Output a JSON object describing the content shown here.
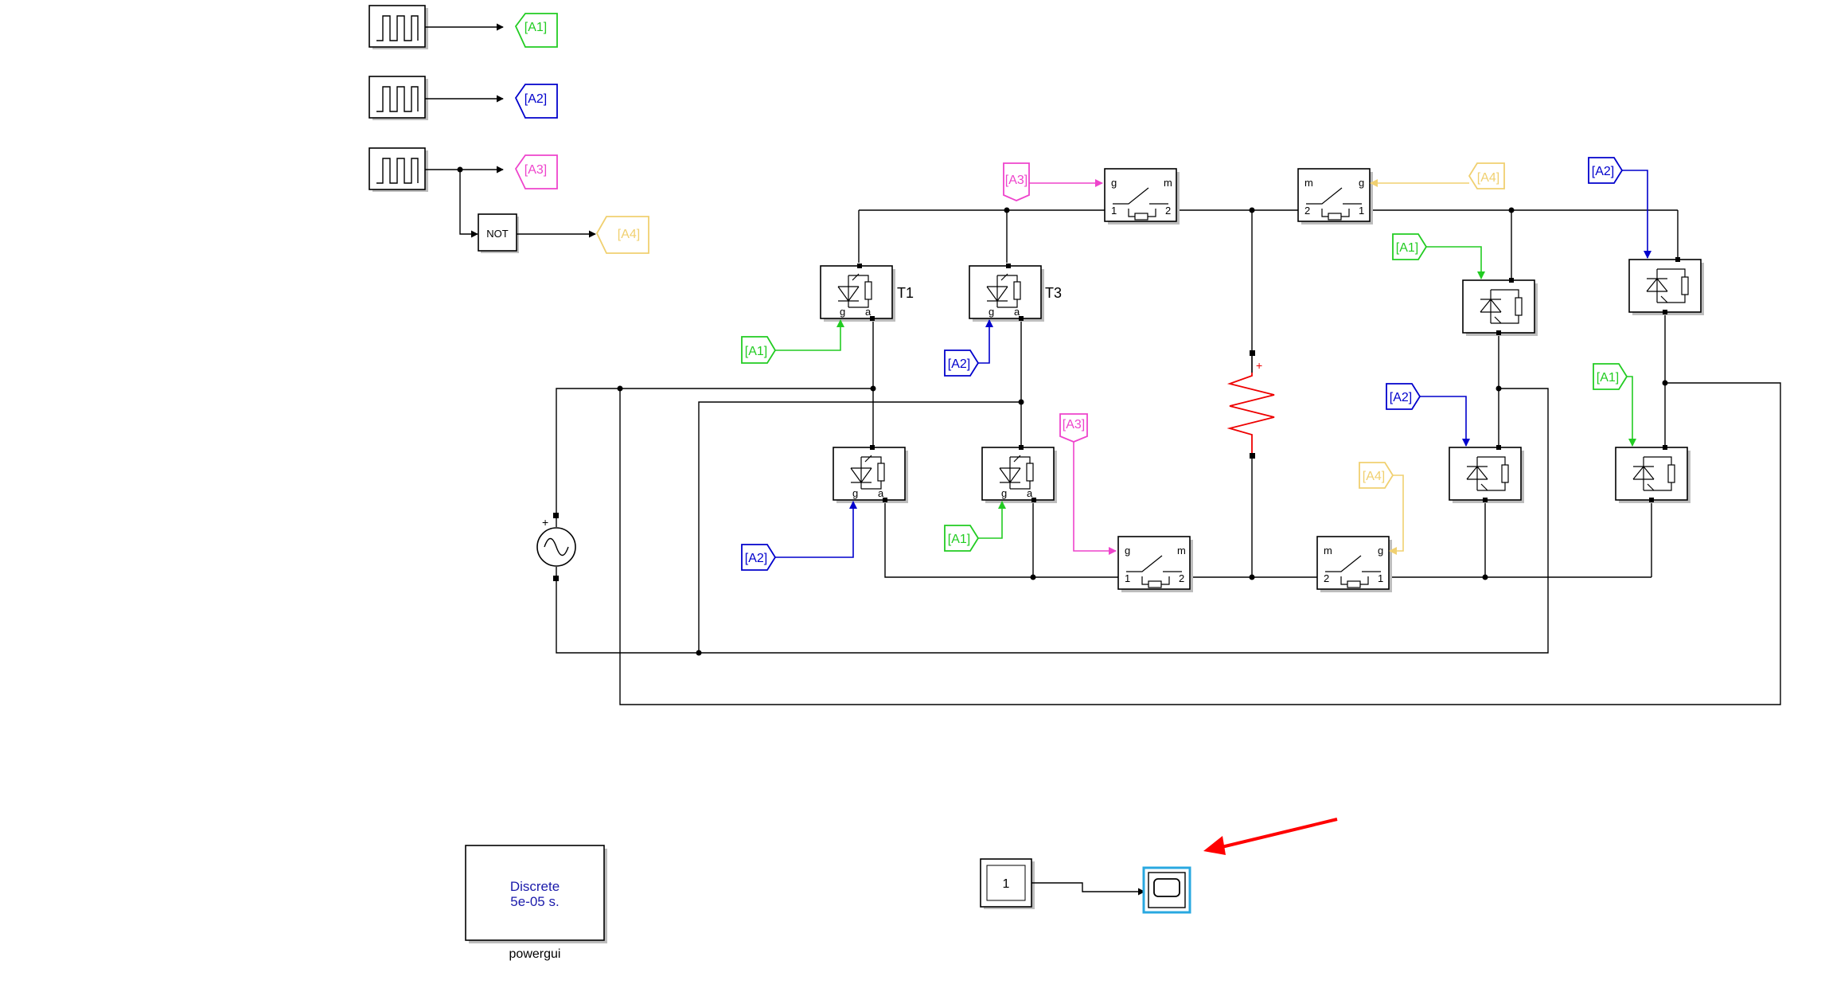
{
  "colors": {
    "A1": "#22cc22",
    "A2": "#0000cc",
    "A3": "#ee44cc",
    "A4": "#f0d070",
    "arrow": "#ff0000",
    "resistor": "#ee0000",
    "scope_highlight": "#29a8e0",
    "powergui_text": "#1a1aaa"
  },
  "tags": {
    "A1": "[A1]",
    "A2": "[A2]",
    "A3": "[A3]",
    "A4": "[A4]"
  },
  "logic": {
    "not_label": "NOT"
  },
  "thyristors": {
    "t1_label": "T1",
    "t3_label": "T3"
  },
  "breaker": {
    "g": "g",
    "m": "m",
    "p1": "1",
    "p2": "2"
  },
  "constant": {
    "value": "1"
  },
  "powergui": {
    "line1": "Discrete",
    "line2": "5e-05 s.",
    "name": "powergui"
  },
  "source": {
    "plus": "+"
  },
  "icons": [
    "pulse-generator-icon",
    "sine-source-icon",
    "thyristor-icon",
    "breaker-icon",
    "scope-icon",
    "resistor-icon",
    "annotation-arrow"
  ]
}
